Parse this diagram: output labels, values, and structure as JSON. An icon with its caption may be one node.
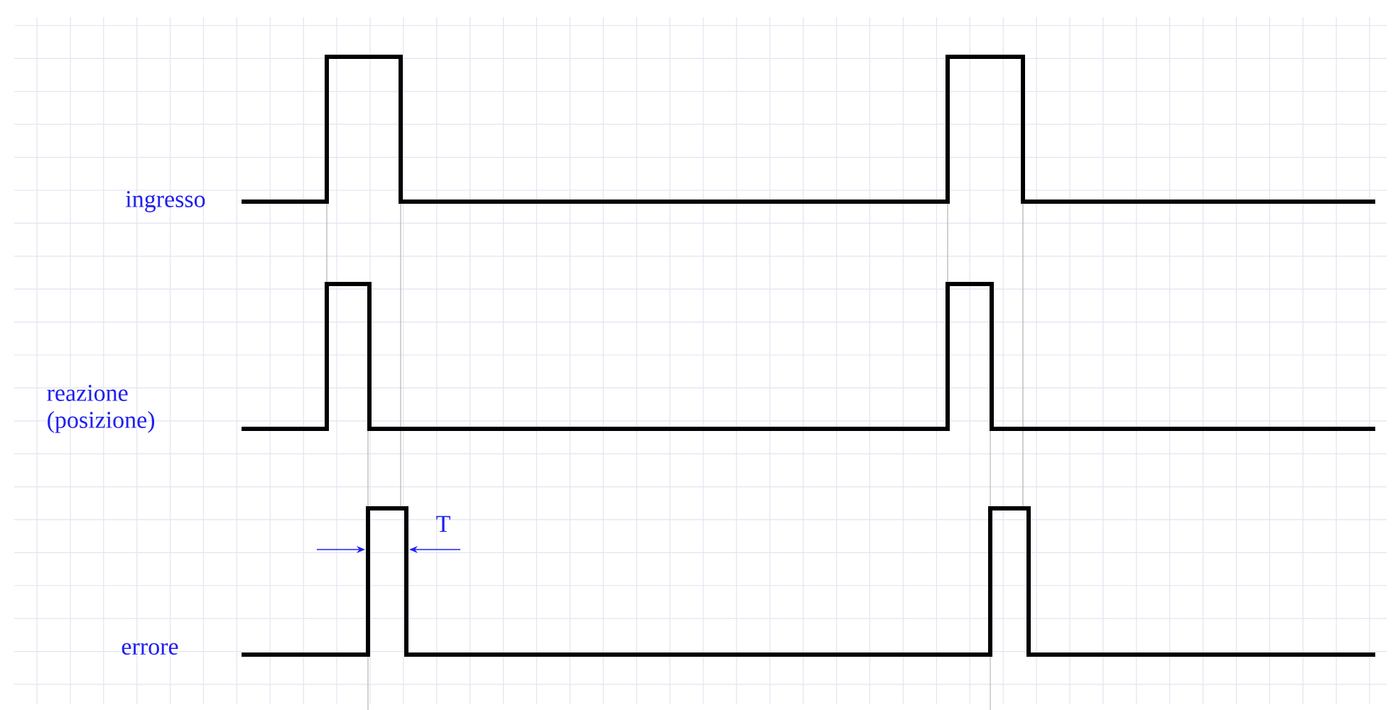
{
  "diagram": {
    "labels": [
      "ingresso",
      "reazione (posizione)",
      "errore",
      "T"
    ]
  }
}
